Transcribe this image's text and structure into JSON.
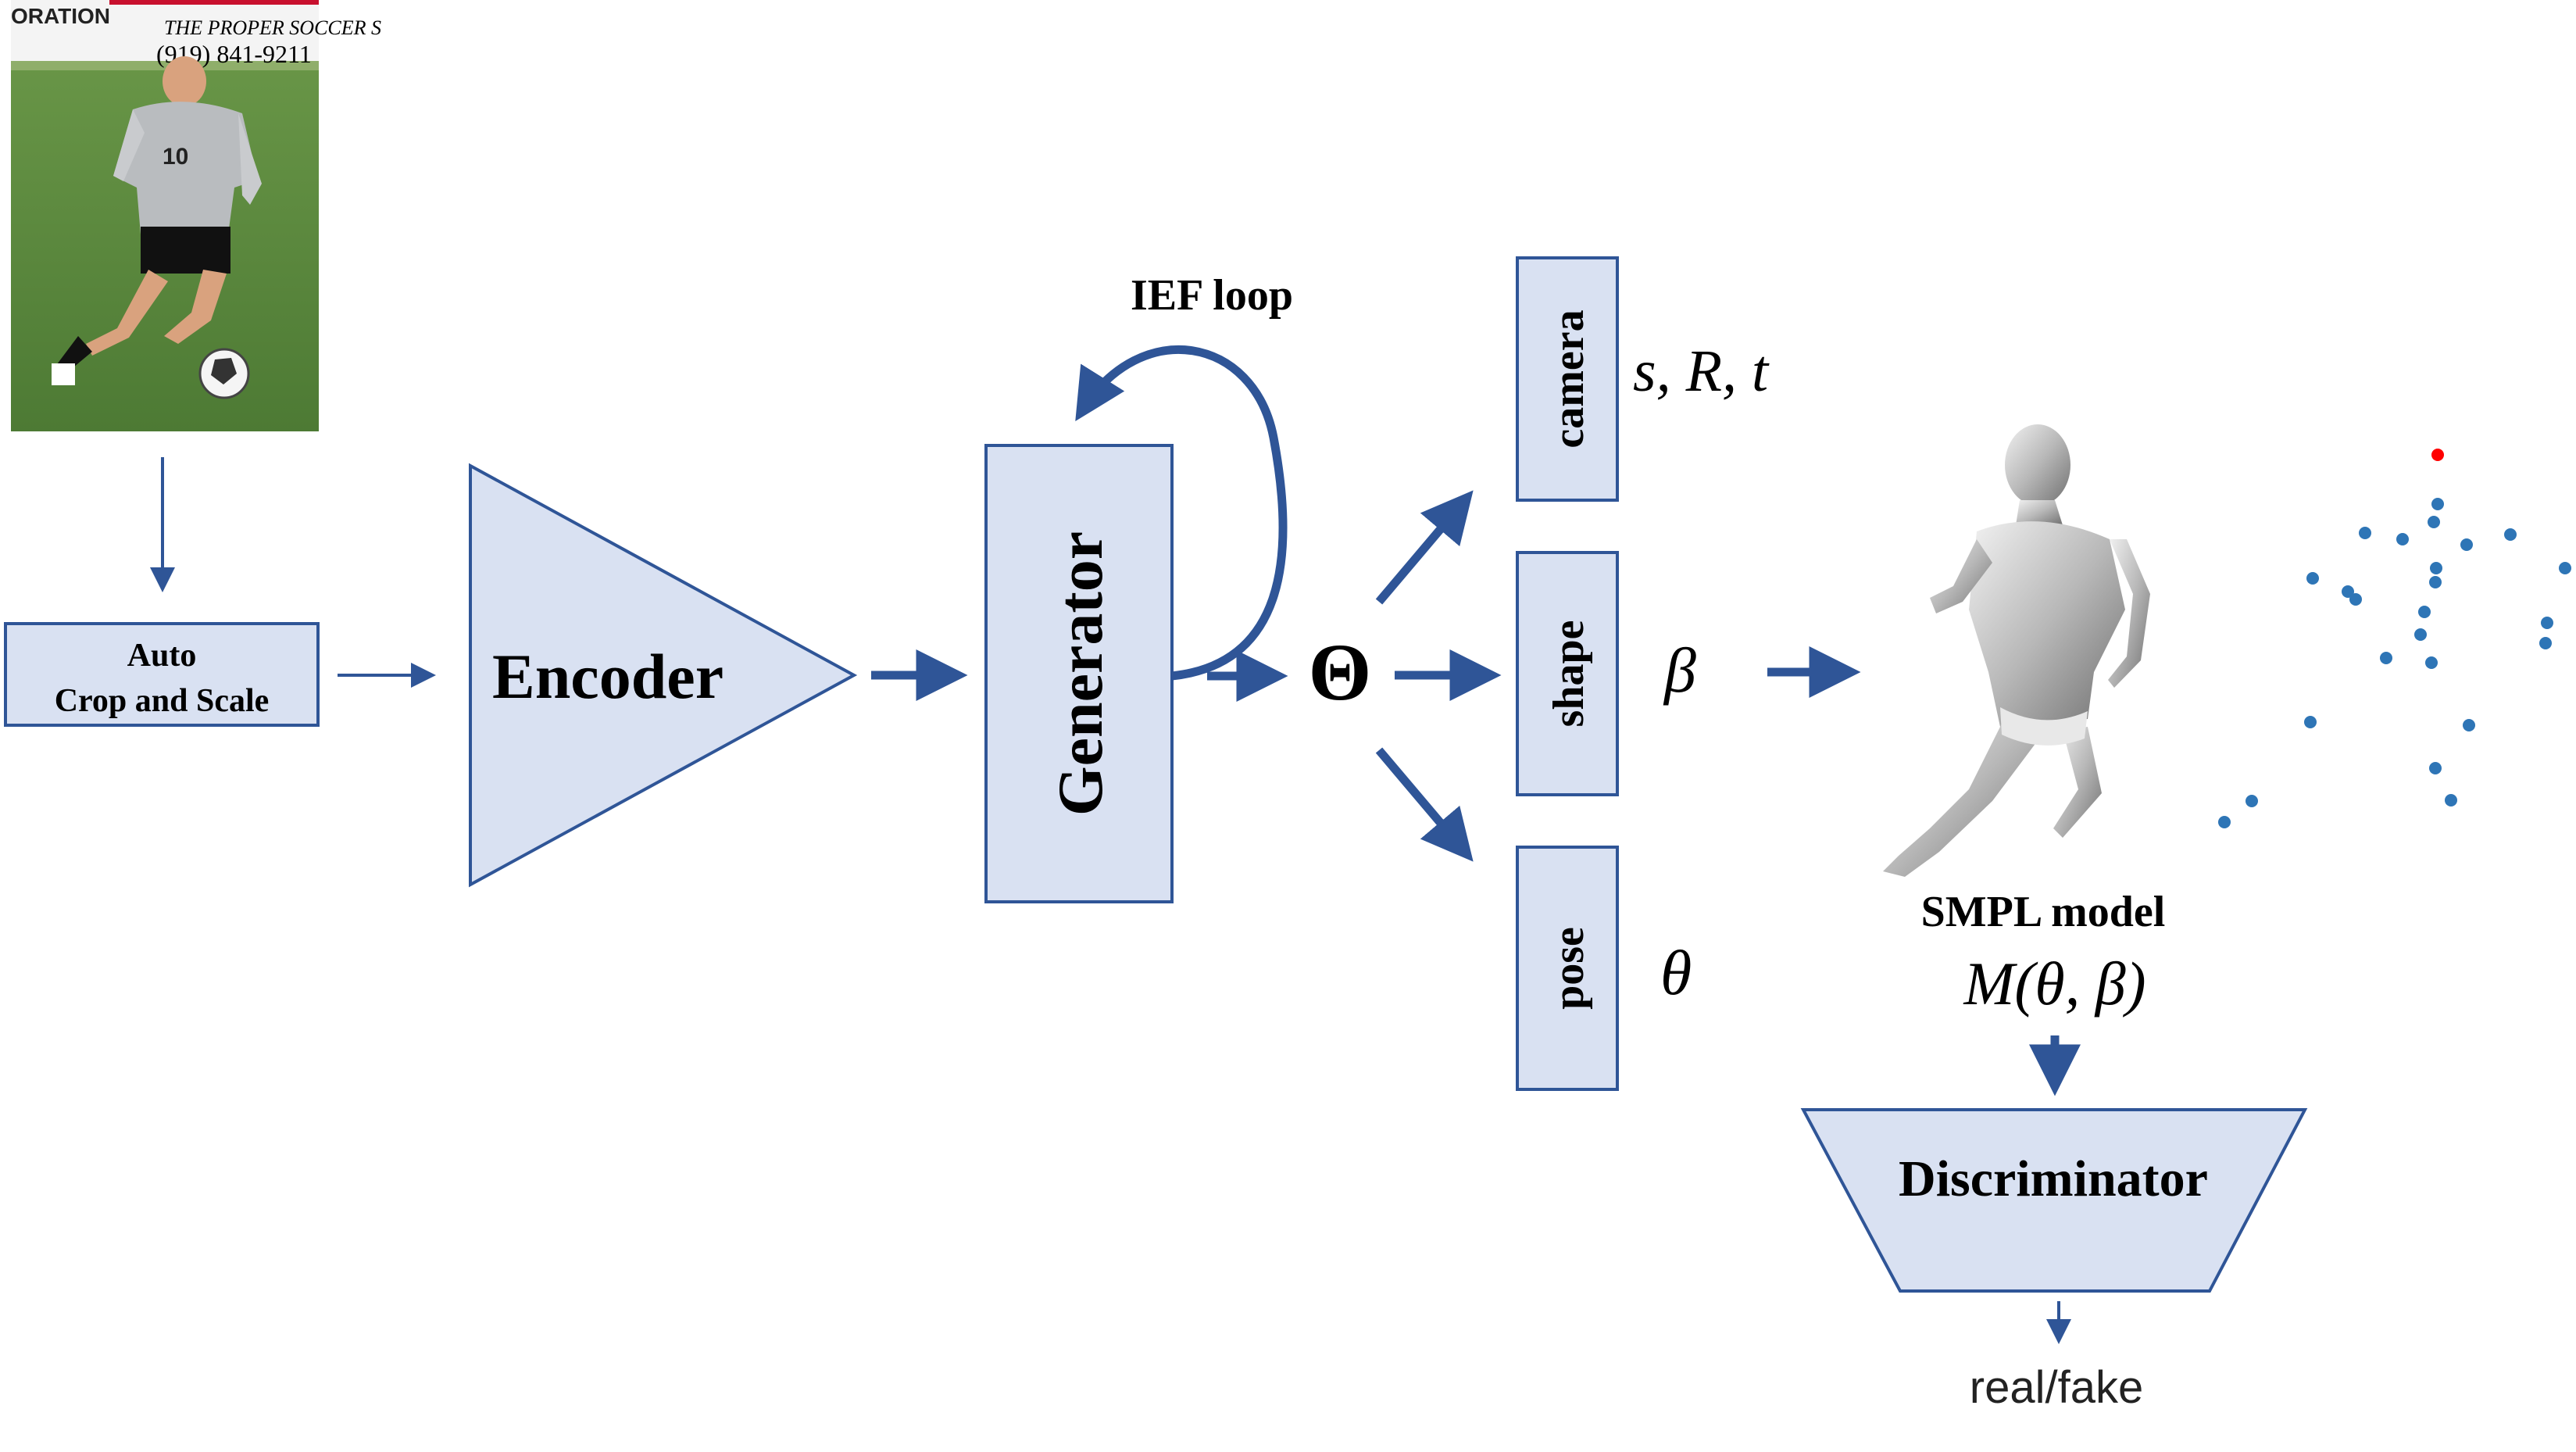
{
  "colors": {
    "box_fill": "#d9e1f2",
    "box_stroke": "#2f5597",
    "arrow": "#2f5597",
    "keypoint": "#2e75b6",
    "keypoint_head": "#ff0000"
  },
  "photo": {
    "icon": "soccer-player-photo",
    "banner_left": "ORATION",
    "banner_right": "THE PROPER SOCCER S",
    "banner_phone": "(919) 841-9211",
    "jersey_number": "10"
  },
  "crop_box": {
    "line1": "Auto",
    "line2": "Crop and Scale"
  },
  "encoder": {
    "label": "Encoder"
  },
  "generator": {
    "label": "Generator"
  },
  "ief": {
    "label": "IEF loop"
  },
  "theta_symbol": "Θ",
  "outputs": {
    "camera": {
      "label": "camera",
      "params": "s, R, t"
    },
    "shape": {
      "label": "shape",
      "params": "β"
    },
    "pose": {
      "label": "pose",
      "params": "θ"
    }
  },
  "smpl": {
    "icon": "smpl-body-mesh",
    "label": "SMPL model",
    "formula": "M(θ, β)"
  },
  "keypoints_icon": "keypoint-skeleton-plot",
  "discriminator": {
    "label": "Discriminator"
  },
  "result": {
    "label": "real/fake"
  }
}
